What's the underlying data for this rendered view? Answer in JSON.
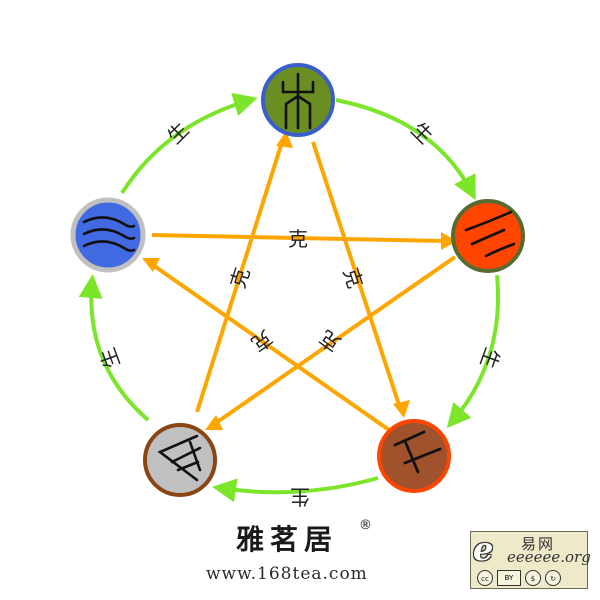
{
  "labels": {
    "generate": "生",
    "overcome": "克"
  },
  "nodes": [
    {
      "id": "wood",
      "fill": "#6b8e23",
      "ring": "#3a5fcd",
      "glyph": "wood-seal-glyph"
    },
    {
      "id": "fire",
      "fill": "#ff4500",
      "ring": "#556b2f",
      "glyph": "fire-seal-glyph"
    },
    {
      "id": "earth",
      "fill": "#a0522d",
      "ring": "#ff4500",
      "glyph": "earth-seal-glyph"
    },
    {
      "id": "metal",
      "fill": "#c0c0c0",
      "ring": "#8b4513",
      "glyph": "metal-seal-glyph"
    },
    {
      "id": "water",
      "fill": "#4169e1",
      "ring": "#c0c0c0",
      "glyph": "water-seal-glyph"
    }
  ],
  "colors": {
    "generate_arrow": "#7ce52a",
    "overcome_arrow": "#ffa500",
    "background": "#ffffff"
  },
  "watermark": {
    "brand": "雅茗居",
    "registered": "®",
    "url": "www.168tea.com"
  },
  "badge": {
    "logo_letter": "e",
    "title": "易网",
    "site": "eeeeee.org",
    "license_icons": [
      "cc-icon",
      "by-icon",
      "nc-icon",
      "sa-icon"
    ]
  }
}
